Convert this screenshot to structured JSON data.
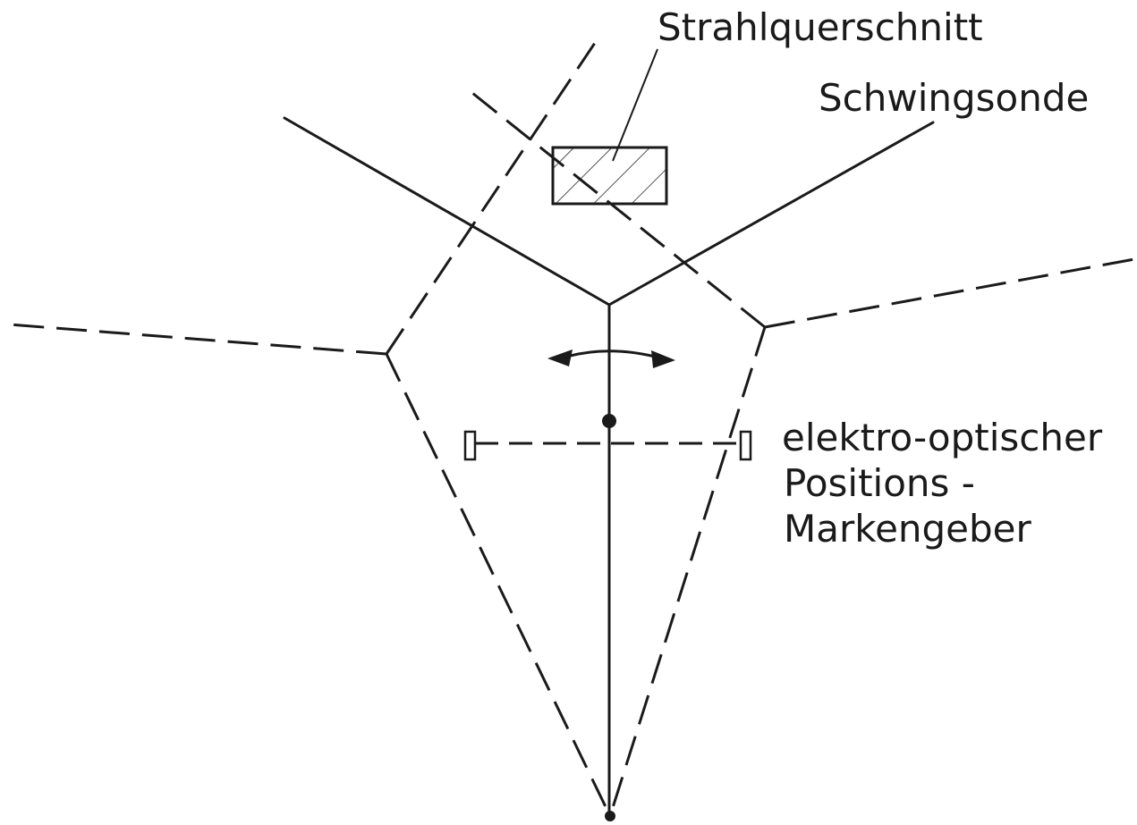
{
  "labels": {
    "beam_cross_section": "Strahlquerschnitt",
    "swing_probe": "Schwingsonde",
    "marker_line1": "elektro-optischer",
    "marker_line2": "Positions -",
    "marker_line3": "Markengeber"
  },
  "colors": {
    "ink": "#1a1a1a",
    "background": "#ffffff"
  }
}
